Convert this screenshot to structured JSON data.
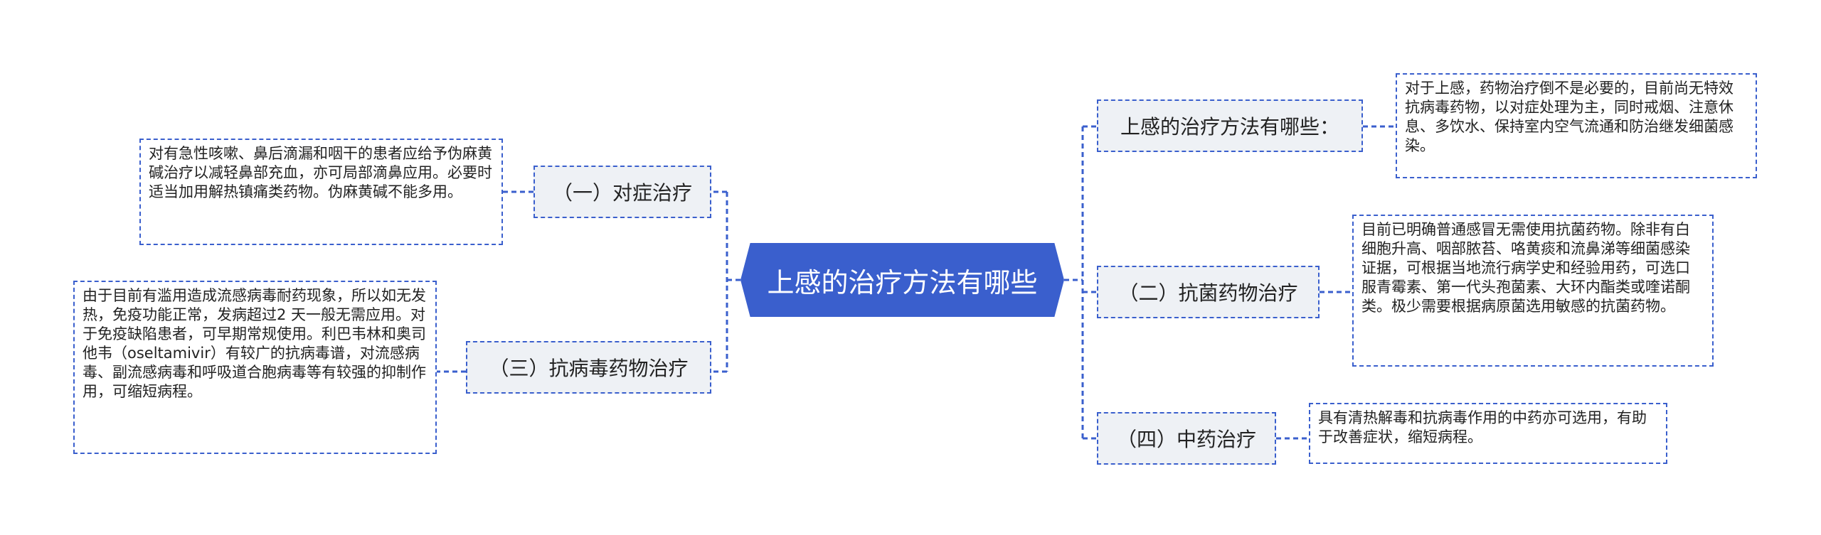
{
  "root": "上感的治疗方法有哪些",
  "branches": {
    "b1": {
      "title": "（一）对症治疗",
      "detail": "对有急性咳嗽、鼻后滴漏和咽干的患者应给予伪麻黄碱治疗以减轻鼻部充血，亦可局部滴鼻应用。必要时适当加用解热镇痛类药物。伪麻黄碱不能多用。"
    },
    "b3": {
      "title": "（三）抗病毒药物治疗",
      "detail": "由于目前有滥用造成流感病毒耐药现象，所以如无发热，免疫功能正常，发病超过2 天一般无需应用。对于免疫缺陷患者，可早期常规使用。利巴韦林和奥司他韦（oseltamivir）有较广的抗病毒谱，对流感病毒、副流感病毒和呼吸道合胞病毒等有较强的抑制作用，可缩短病程。"
    },
    "r0": {
      "title": "上感的治疗方法有哪些：",
      "detail": "对于上感，药物治疗倒不是必要的，目前尚无特效抗病毒药物，以对症处理为主，同时戒烟、注意休息、多饮水、保持室内空气流通和防治继发细菌感染。"
    },
    "b2": {
      "title": "（二）抗菌药物治疗",
      "detail": "目前已明确普通感冒无需使用抗菌药物。除非有白细胞升高、咽部脓苔、咯黄痰和流鼻涕等细菌感染证据，可根据当地流行病学史和经验用药，可选口服青霉素、第一代头孢菌素、大环内酯类或喹诺酮类。极少需要根据病原菌选用敏感的抗菌药物。"
    },
    "b4": {
      "title": "（四）中药治疗",
      "detail": "具有清热解毒和抗病毒作用的中药亦可选用，有助于改善症状，缩短病程。"
    }
  },
  "colors": {
    "accent": "#3a5fcd",
    "branch_fill": "#eef1f5"
  }
}
